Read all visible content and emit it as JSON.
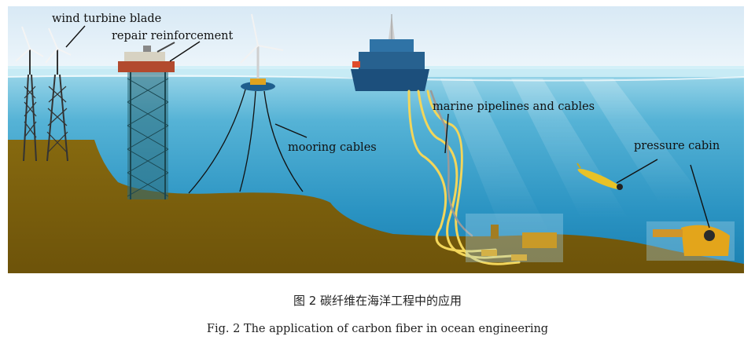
{
  "figure": {
    "labels": {
      "wind_turbine_blade": "wind turbine blade",
      "repair_reinforcement": "repair reinforcement",
      "mooring_cables": "mooring cables",
      "marine_pipelines": "marine pipelines and cables",
      "pressure_cabin": "pressure cabin"
    },
    "caption_cn": "图 2   碳纤维在海洋工程中的应用",
    "caption_en": "Fig. 2   The application of carbon fiber in ocean engineering"
  },
  "colors": {
    "sky_top": "#cfe3f2",
    "sea_surface": "#7cc6df",
    "sea_deep": "#1b86b8",
    "seabed": "#7b5f0c",
    "platform": "#1f5e8d",
    "pipeline": "#f3d65a"
  }
}
